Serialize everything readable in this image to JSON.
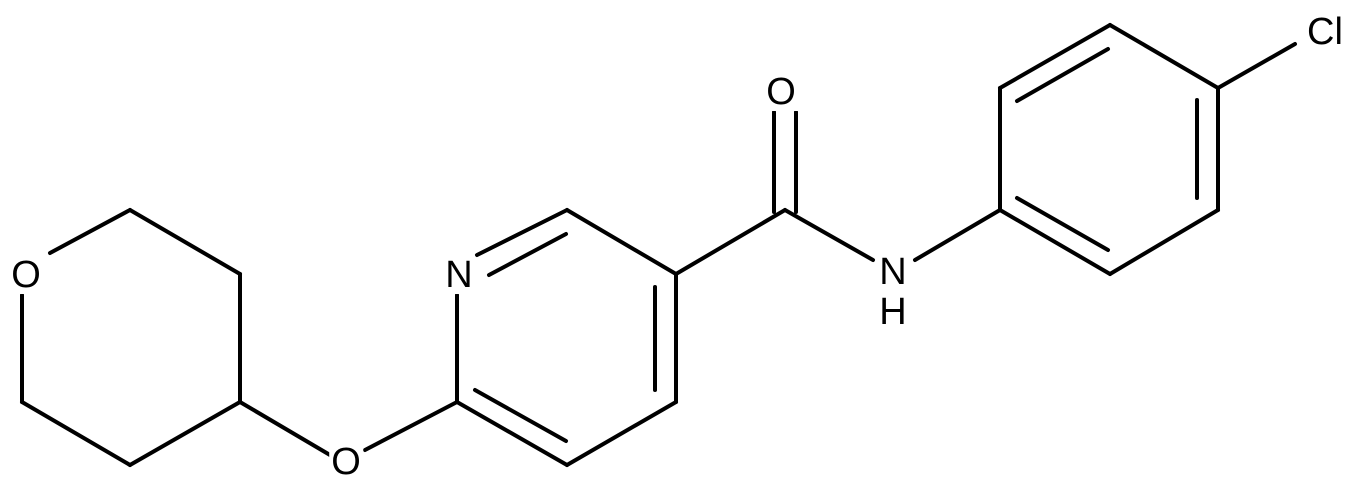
{
  "molecule": {
    "atoms": {
      "O_carbonyl": "O",
      "N_amide": "N",
      "H_amide": "H",
      "Cl": "Cl",
      "N_pyridine": "N",
      "O_ether": "O",
      "O_ring": "O"
    }
  }
}
